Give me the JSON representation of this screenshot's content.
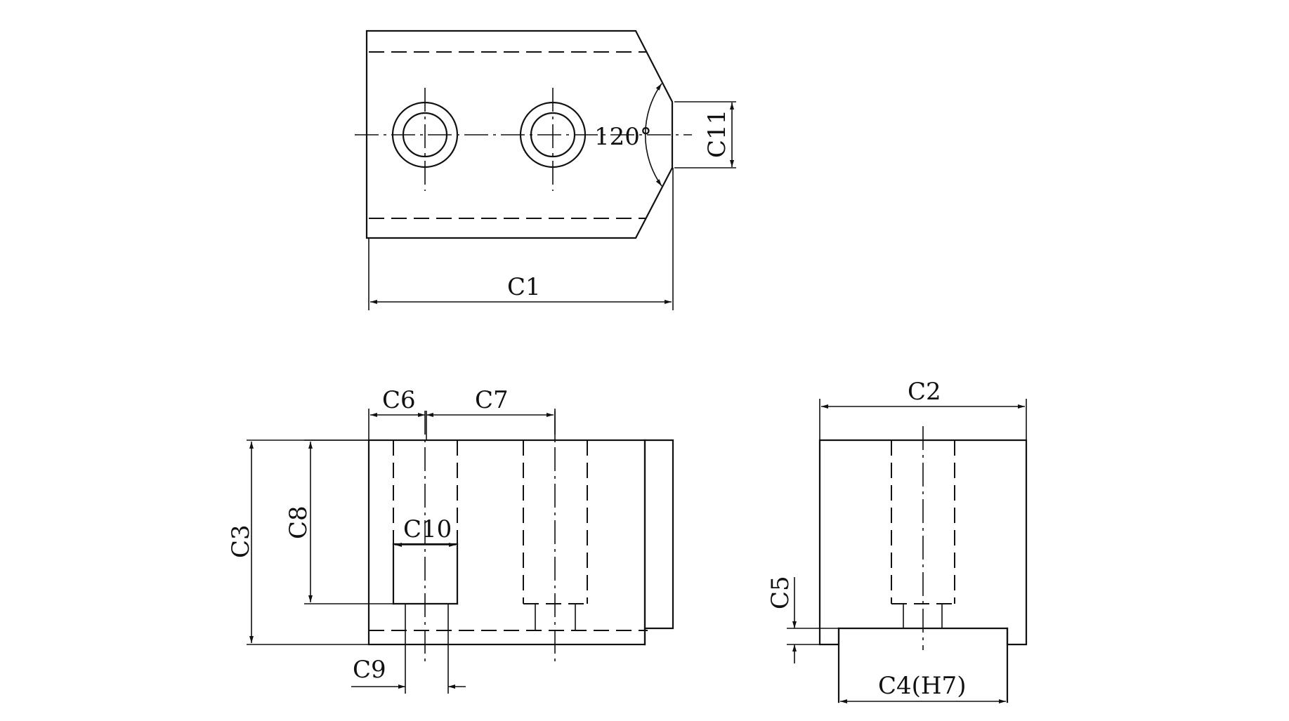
{
  "colors": {
    "line": "#111111",
    "background": "#ffffff"
  },
  "labels": {
    "c1": "C1",
    "c2": "C2",
    "c3": "C3",
    "c4": "C4(H7)",
    "c5": "C5",
    "c6": "C6",
    "c7": "C7",
    "c8": "C8",
    "c9": "C9",
    "c10": "C10",
    "c11": "C11",
    "angle": "120°"
  }
}
